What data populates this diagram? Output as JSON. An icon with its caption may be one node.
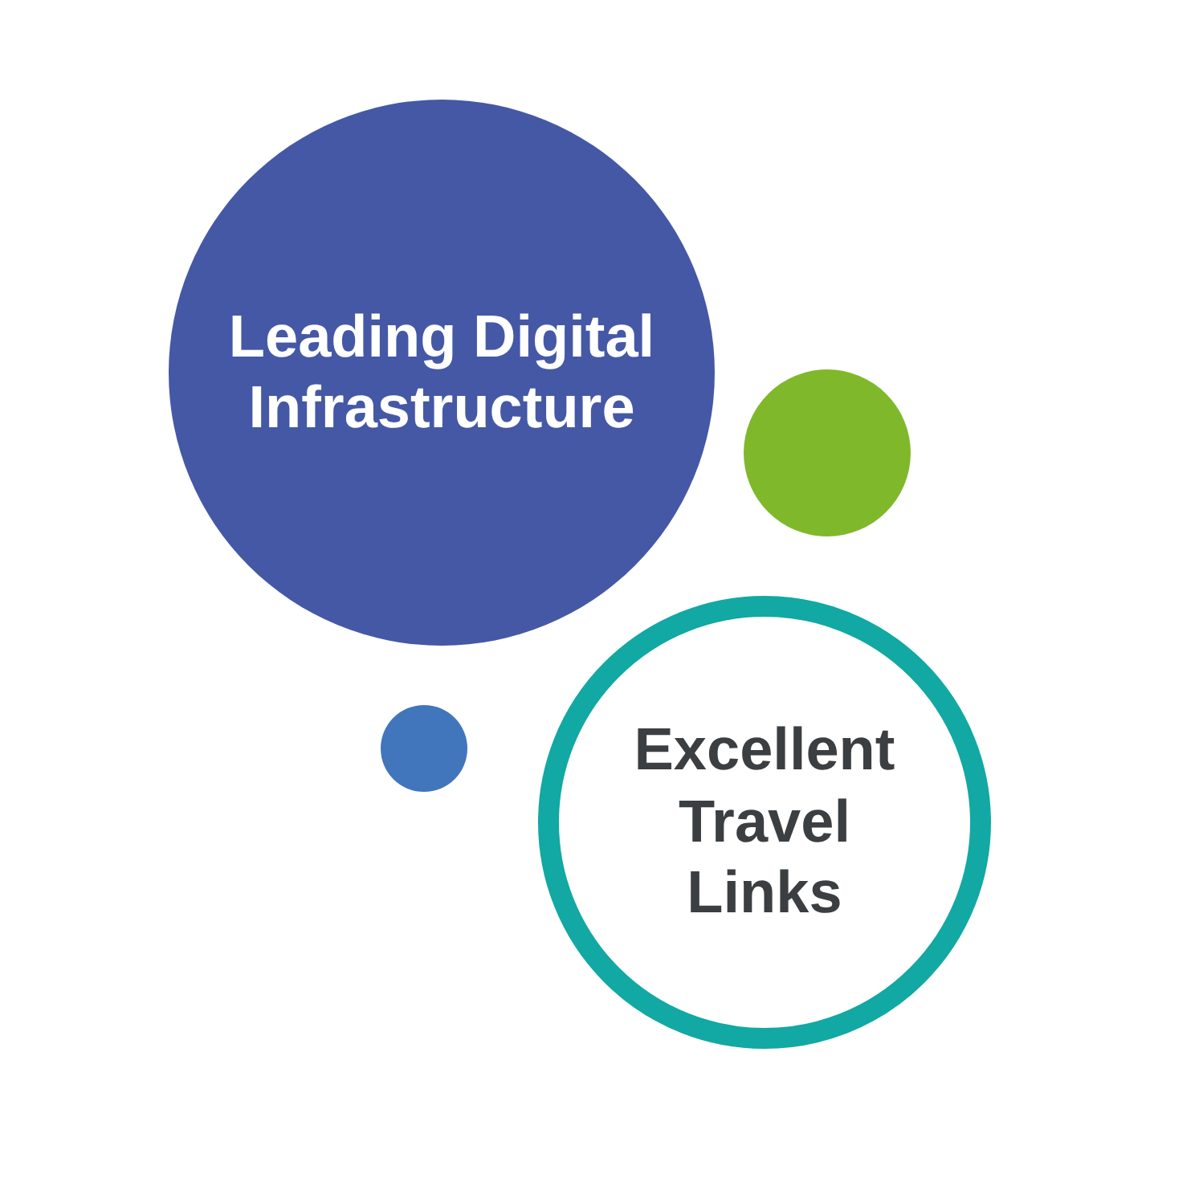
{
  "diagram": {
    "nodes": [
      {
        "text": [
          "Leading Digital Infrastructure"
        ]
      },
      {
        "text": [],
        "shape": "circle"
      },
      {
        "text": [],
        "shape": "circle"
      },
      {
        "text": [
          "Excellent Travel Links"
        ]
      }
    ]
  }
}
